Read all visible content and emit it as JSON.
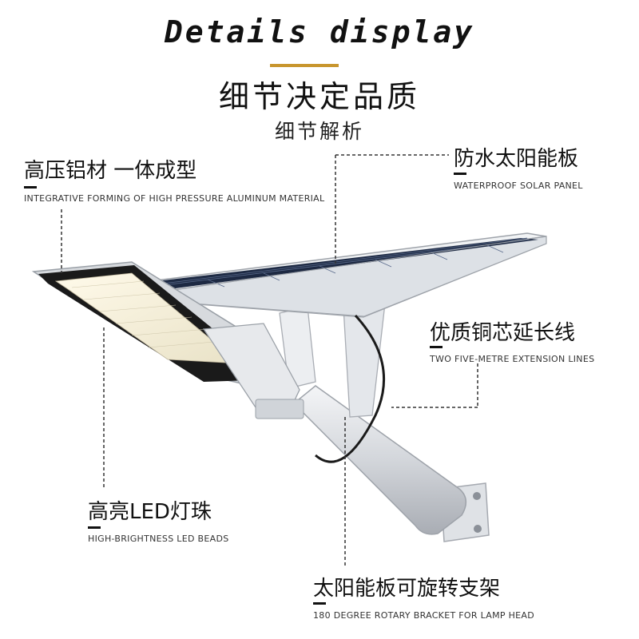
{
  "header": {
    "title_en": "Details display",
    "title_cn": "细节决定品质",
    "subtitle_cn": "细节解析"
  },
  "features": [
    {
      "cn": "高压铝材 一体成型",
      "en": "INTEGRATIVE FORMING OF HIGH PRESSURE ALUMINUM MATERIAL"
    },
    {
      "cn": "防水太阳能板",
      "en": "WATERPROOF SOLAR PANEL"
    },
    {
      "cn": "优质铜芯延长线",
      "en": "TWO FIVE-METRE EXTENSION LINES"
    },
    {
      "cn": "高亮LED灯珠",
      "en": "HIGH-BRIGHTNESS LED BEADS"
    },
    {
      "cn": "太阳能板可旋转支架",
      "en": "180 DEGREE ROTARY BRACKET FOR LAMP HEAD"
    }
  ],
  "colors": {
    "accent_underline": "#c8962e",
    "text": "#111111",
    "leader": "#333333"
  }
}
